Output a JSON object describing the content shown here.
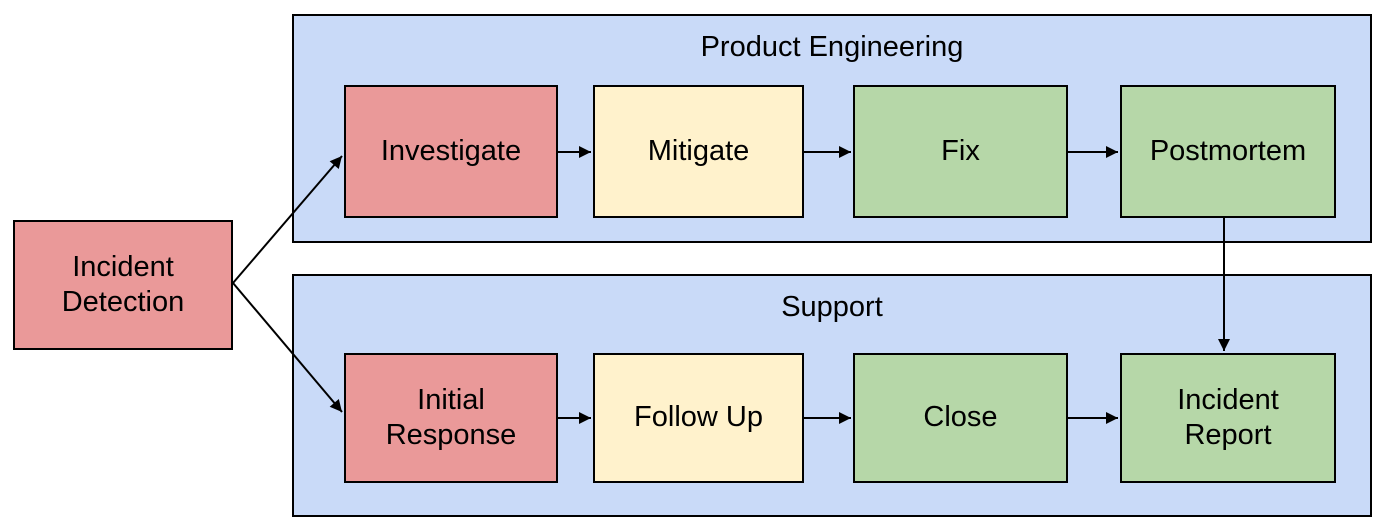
{
  "diagram": {
    "type": "flowchart",
    "colors": {
      "canvas_bg": "#FFFFFF",
      "lane_bg": "#C9DAF8",
      "border": "#000000",
      "arrow": "#000000",
      "text": "#000000",
      "node_red": "#EA9999",
      "node_yellow": "#FFF2CC",
      "node_green": "#B6D7A8"
    },
    "source": {
      "label": "Incident Detection",
      "color": "#EA9999"
    },
    "lanes": [
      {
        "title": "Product Engineering",
        "bg": "#C9DAF8",
        "nodes": [
          {
            "label": "Investigate",
            "color": "#EA9999"
          },
          {
            "label": "Mitigate",
            "color": "#FFF2CC"
          },
          {
            "label": "Fix",
            "color": "#B6D7A8"
          },
          {
            "label": "Postmortem",
            "color": "#B6D7A8"
          }
        ]
      },
      {
        "title": "Support",
        "bg": "#C9DAF8",
        "nodes": [
          {
            "label": "Initial Response",
            "color": "#EA9999"
          },
          {
            "label": "Follow Up",
            "color": "#FFF2CC"
          },
          {
            "label": "Close",
            "color": "#B6D7A8"
          },
          {
            "label": "Incident Report",
            "color": "#B6D7A8"
          }
        ]
      }
    ],
    "edges": [
      {
        "from": "Incident Detection",
        "to": "Investigate"
      },
      {
        "from": "Incident Detection",
        "to": "Initial Response"
      },
      {
        "from": "Investigate",
        "to": "Mitigate"
      },
      {
        "from": "Mitigate",
        "to": "Fix"
      },
      {
        "from": "Fix",
        "to": "Postmortem"
      },
      {
        "from": "Postmortem",
        "to": "Incident Report"
      },
      {
        "from": "Initial Response",
        "to": "Follow Up"
      },
      {
        "from": "Follow Up",
        "to": "Close"
      },
      {
        "from": "Close",
        "to": "Incident Report"
      }
    ]
  }
}
